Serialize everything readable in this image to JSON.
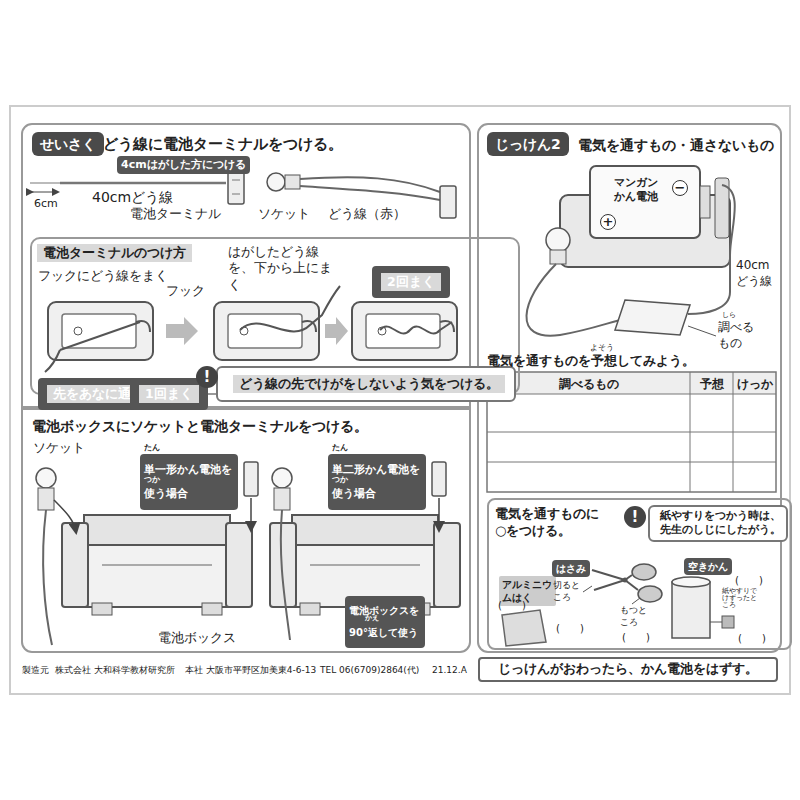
{
  "diagram": {
    "nodes": [
      {
        "text": [
          "せいさく"
        ]
      },
      {
        "text": [
          "4cmはがした方につける"
        ]
      },
      {
        "text": [
          "電池ターミナルのつけ方"
        ]
      },
      {
        "text": [
          "2回まく"
        ],
        "in": 2
      },
      {
        "text": [
          "先をあなに通す"
        ],
        "in": 2
      },
      {
        "text": [
          "1回まく"
        ],
        "in": 2
      },
      {
        "text": [
          "どう線の先でけがをしないよう気をつける。"
        ],
        "in": 2
      },
      {
        "text": [
          "単一形かん電池を使う場合"
        ]
      },
      {
        "text": [
          "単二形かん電池を使う場合"
        ]
      },
      {
        "text": [
          "電池ボックスを90°返して使う"
        ]
      },
      {
        "text": [
          "じっけん2"
        ]
      },
      {
        "text": [
          "電気を通すものに○をつける。"
        ]
      },
      {
        "text": [
          "紙やすりをつかう時は、先生のしじにしたがう。"
        ],
        "in": 11
      },
      {
        "text": [
          "アルミニウムはく"
        ],
        "in": 11
      },
      {
        "text": [
          "はさみ"
        ],
        "in": 11
      },
      {
        "text": [
          "空きかん"
        ],
        "in": 11
      },
      {
        "text": [
          "じっけんがおわったら、かん電池をはずす。"
        ]
      }
    ],
    "labels": [
      "どう線に電池ターミナルをつける。",
      "6cm",
      "40cmどう線",
      "電池ターミナル",
      "ソケット",
      "どう線（赤）",
      "フックにどう線をまく",
      "フック",
      "はがしたどう線を、下から上にまく",
      "!",
      "電池ボックスにソケットと電池ターミナルをつける。",
      "ソケット",
      "たん",
      "つか",
      "たん",
      "つか",
      "電池ボックス",
      "かえ",
      "製造元",
      "株式会社 大和科学教材研究所",
      "本社 大阪市平野区加美東4-6-13",
      "TEL 06(6709)2864(代)",
      "21.12.A",
      "電気を通すもの・通さないもの",
      "マンガン かん電池",
      "−",
      "+",
      "40cm どう線",
      "しら",
      "調べるもの",
      "よそう",
      "電気を通すものを予想してみよう。",
      "調べるもの",
      "予想",
      "けっか",
      "!",
      "(　　)",
      "切るところ",
      "(　　)",
      "もつところ",
      "(　　)",
      "(　　)",
      "紙やすりでけずったところ",
      "(　　)"
    ]
  }
}
